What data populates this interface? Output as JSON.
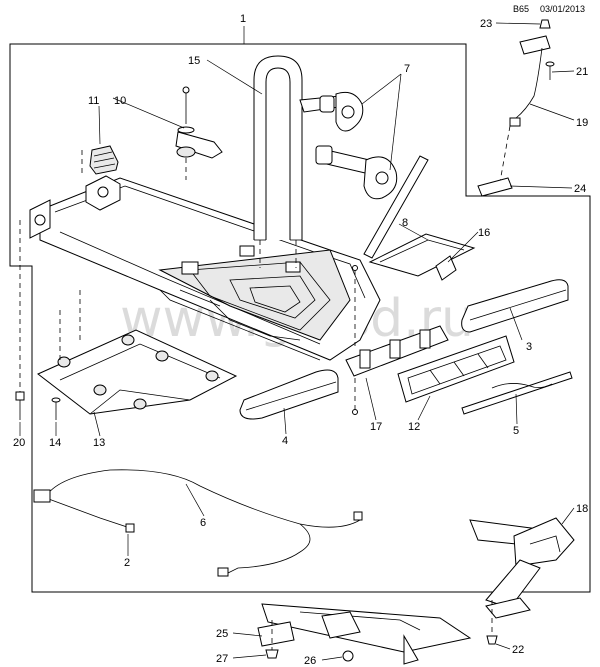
{
  "header": {
    "code": "B65",
    "date": "03/01/2013"
  },
  "watermark": "www.gmsd.ru",
  "callouts": [
    {
      "id": "c1",
      "text": "1"
    },
    {
      "id": "c2",
      "text": "2"
    },
    {
      "id": "c3",
      "text": "3"
    },
    {
      "id": "c4",
      "text": "4"
    },
    {
      "id": "c5",
      "text": "5"
    },
    {
      "id": "c6",
      "text": "6"
    },
    {
      "id": "c7",
      "text": "7"
    },
    {
      "id": "c8",
      "text": "8"
    },
    {
      "id": "c10",
      "text": "10"
    },
    {
      "id": "c11",
      "text": "11"
    },
    {
      "id": "c12",
      "text": "12"
    },
    {
      "id": "c13",
      "text": "13"
    },
    {
      "id": "c14",
      "text": "14"
    },
    {
      "id": "c15",
      "text": "15"
    },
    {
      "id": "c16",
      "text": "16"
    },
    {
      "id": "c17",
      "text": "17"
    },
    {
      "id": "c18",
      "text": "18"
    },
    {
      "id": "c19",
      "text": "19"
    },
    {
      "id": "c20",
      "text": "20"
    },
    {
      "id": "c21",
      "text": "21"
    },
    {
      "id": "c22",
      "text": "22"
    },
    {
      "id": "c23",
      "text": "23"
    },
    {
      "id": "c24",
      "text": "24"
    },
    {
      "id": "c25",
      "text": "25"
    },
    {
      "id": "c26",
      "text": "26"
    },
    {
      "id": "c27",
      "text": "27"
    }
  ]
}
